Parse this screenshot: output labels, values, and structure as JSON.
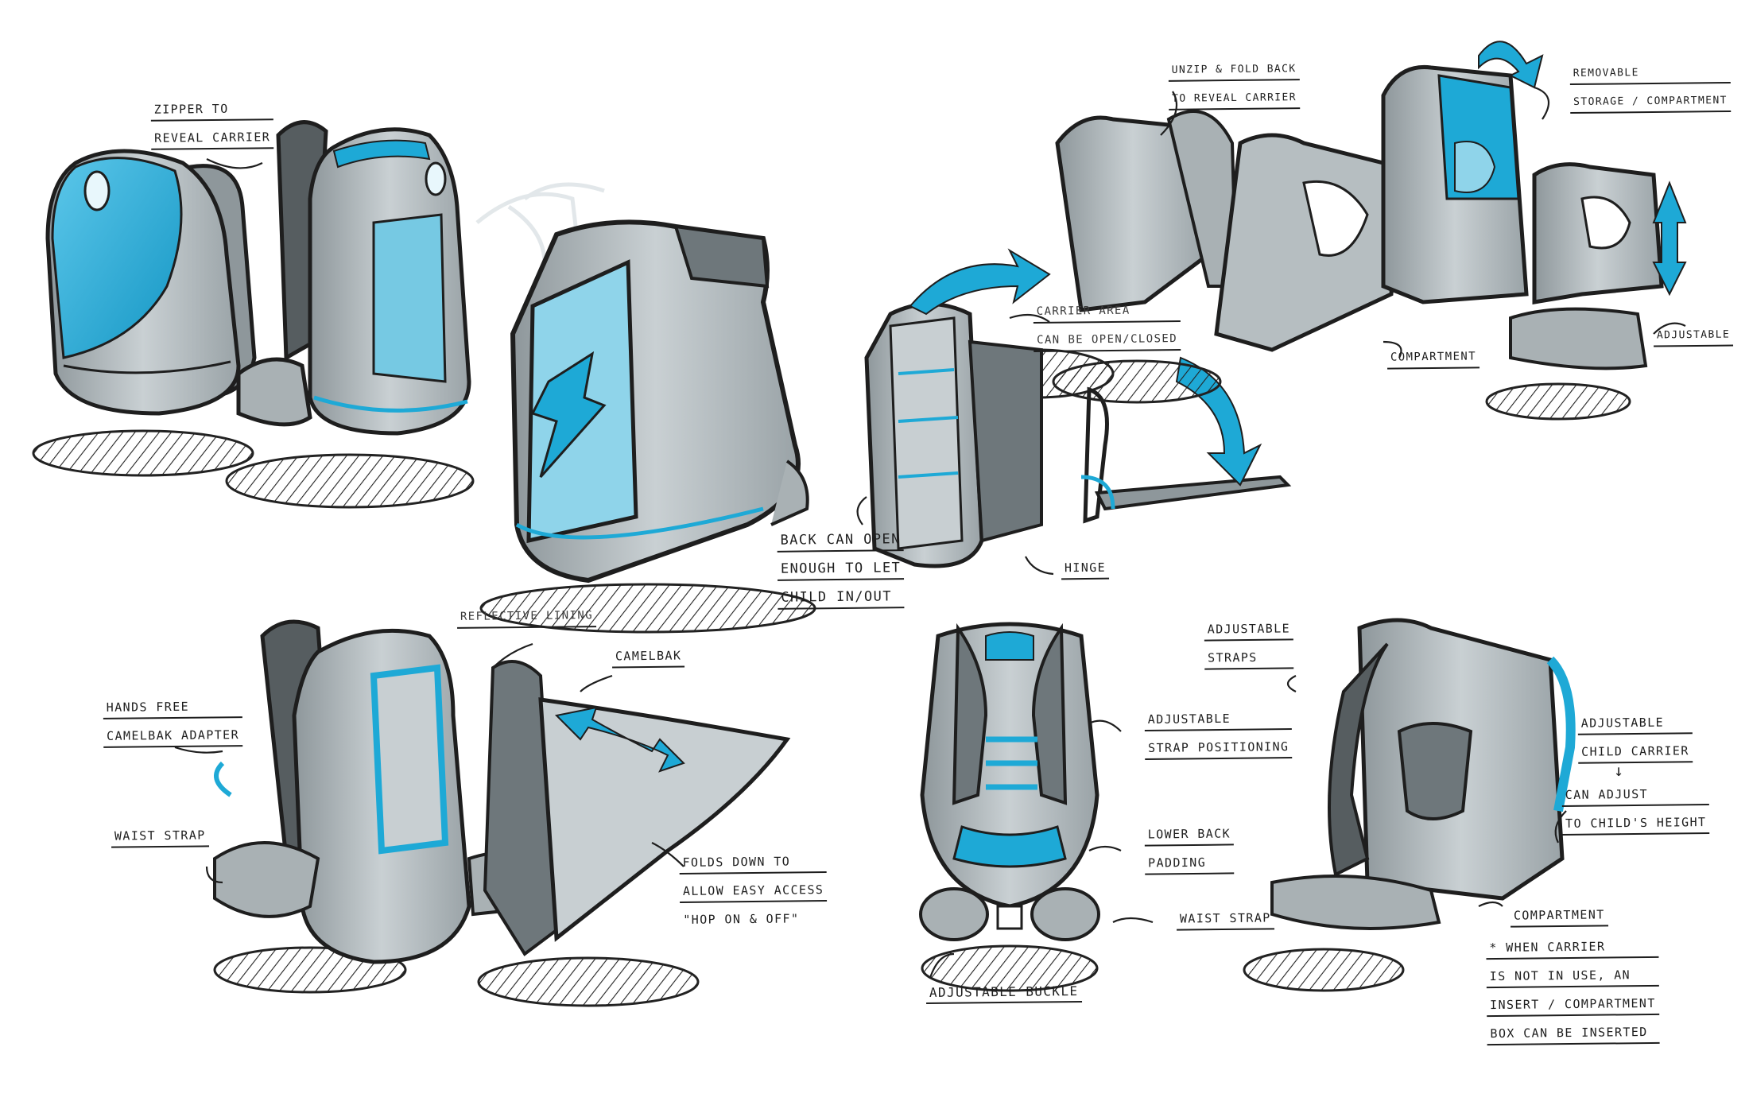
{
  "palette": {
    "accent_blue": "#1ea9d6",
    "marker_gray": "#a9b1b4",
    "marker_gray_light": "#c8cfd2",
    "ink": "#1e1e1e",
    "paper": "#ffffff"
  },
  "annotations": {
    "zipper": [
      "Zipper to",
      "Reveal carrier"
    ],
    "unzip": [
      "Unzip & Fold back",
      "to reveal carrier"
    ],
    "removable": [
      "Removable",
      "storage / compartment"
    ],
    "carrier_area": [
      "Carrier area",
      "can be open/closed"
    ],
    "compartment_top": "Compartment",
    "adjustable_top": "Adjustable",
    "back_open": [
      "Back can open",
      "enough to let",
      "child in/out"
    ],
    "hinge": "Hinge",
    "reflective": "Reflective lining",
    "camelbak": "Camelbak",
    "hands_free": [
      "Hands free",
      "camelbak adapter"
    ],
    "waist_left": "Waist strap",
    "folds_down": [
      "Folds down to",
      "allow easy access",
      "\"Hop on & off\""
    ],
    "adj_straps": [
      "Adjustable",
      "straps"
    ],
    "strap_pos": [
      "Adjustable",
      "strap positioning"
    ],
    "lower_back": [
      "Lower back",
      "padding"
    ],
    "waist_center": "Waist strap",
    "buckle": "Adjustable buckle",
    "child_carrier": [
      "Adjustable",
      "child carrier"
    ],
    "arrow_down": "↓",
    "can_adjust": [
      "Can adjust",
      "to child's height"
    ],
    "compartment_right": "Compartment",
    "when_carrier": [
      "* when carrier",
      "is not in use, an",
      "insert / compartment",
      "box can be inserted"
    ]
  }
}
